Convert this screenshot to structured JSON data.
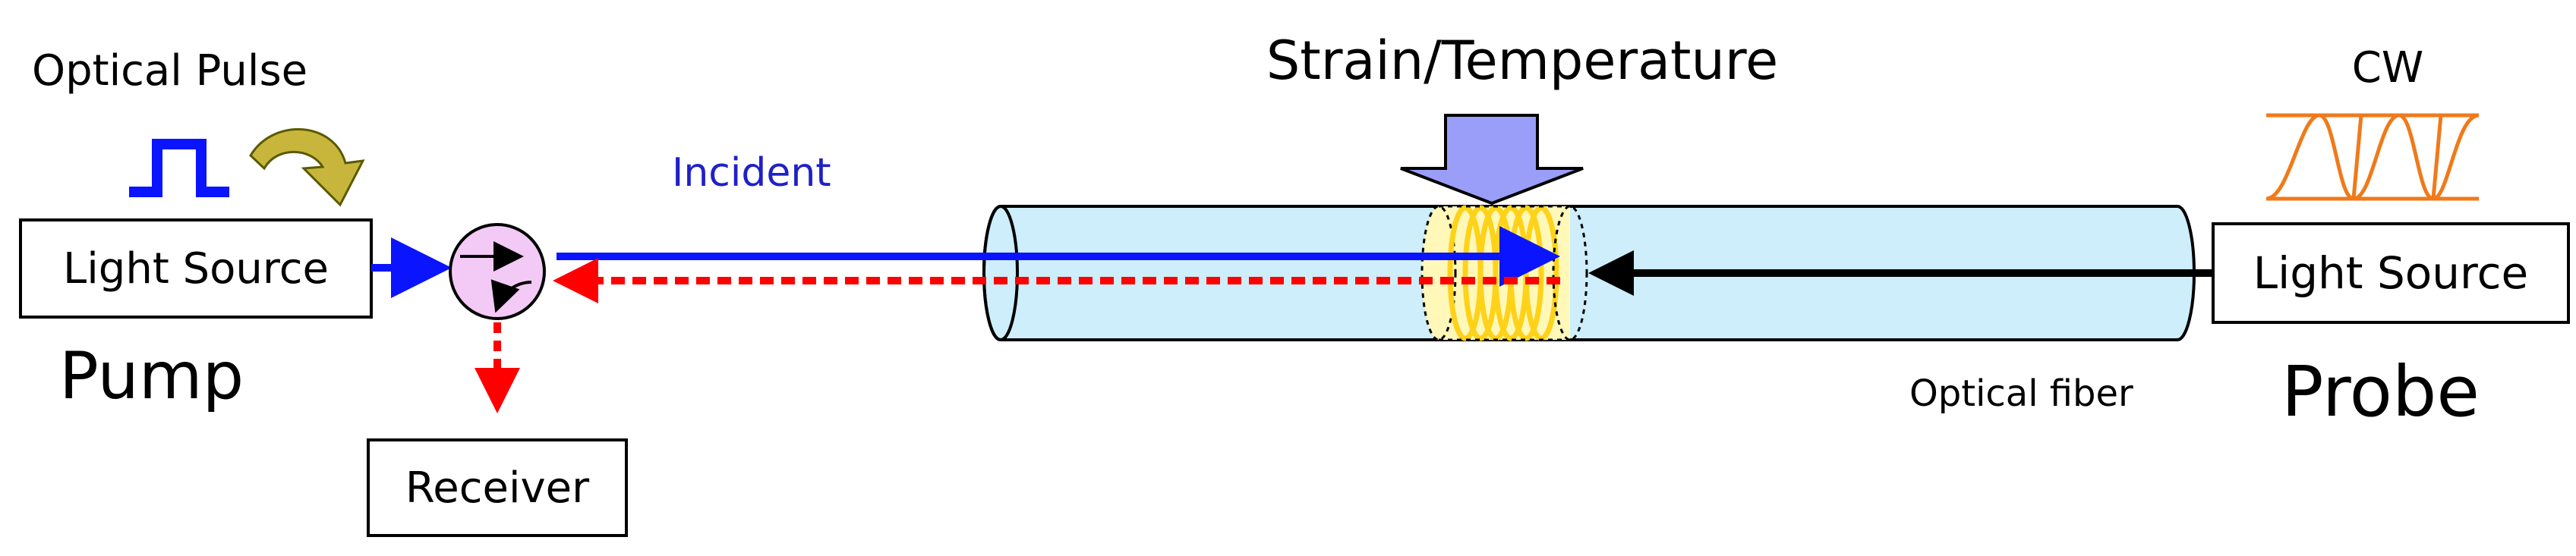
{
  "labels": {
    "optical_pulse": "Optical Pulse",
    "pump_source": "Light Source",
    "pump": "Pump",
    "receiver": "Receiver",
    "incident": "Incident",
    "strain_temperature": "Strain/Temperature",
    "cw": "CW",
    "probe_source": "Light Source",
    "probe": "Probe",
    "optical_fiber": "Optical fiber"
  },
  "colors": {
    "incident_blue": "#0a14ff",
    "backscatter_red": "#ff0000",
    "probe_black": "#000000",
    "fiber_fill": "#cdeefa",
    "circulator_fill": "#f3c9f5",
    "pressure_arrow": "#9a9ef8",
    "grating_yellow": "#ffe84a",
    "cw_orange": "#f07a1a",
    "pump_return_arrow": "#c8b63c"
  },
  "icons": {
    "pulse": "square-pulse-icon",
    "return_arrow": "curved-arrow-icon",
    "circulator": "circulator-icon",
    "cw_wave": "sine-wave-icon",
    "pressure": "down-arrow-icon"
  }
}
